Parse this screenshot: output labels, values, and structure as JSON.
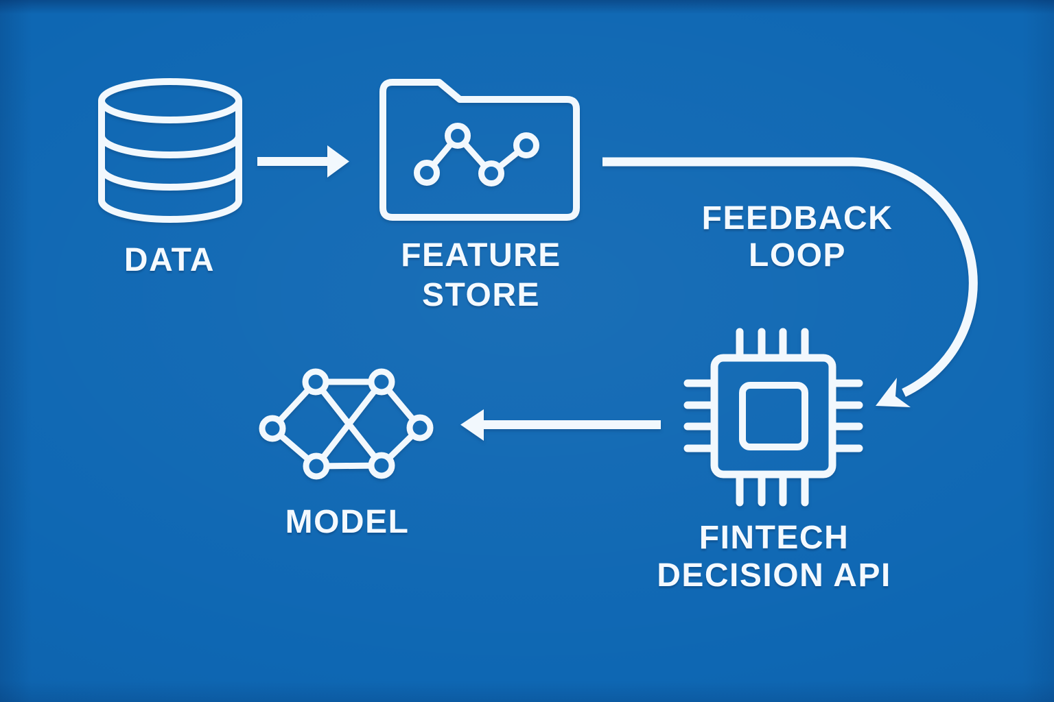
{
  "diagram": {
    "description": "Fintech machine-learning pipeline flow diagram",
    "colors": {
      "background": "#0e67b3",
      "stroke": "#f2f8fd",
      "label": "#f4f9fe"
    },
    "nodes": [
      {
        "id": "data",
        "icon": "database-icon",
        "label_lines": [
          "DATA"
        ]
      },
      {
        "id": "feature-store",
        "icon": "folder-chart-icon",
        "label_lines": [
          "FEATURE",
          "STORE"
        ]
      },
      {
        "id": "fintech-decision-api",
        "icon": "chip-icon",
        "label_lines": [
          "FINTECH",
          "DECISION API"
        ]
      },
      {
        "id": "model",
        "icon": "neural-network-icon",
        "label_lines": [
          "MODEL"
        ]
      }
    ],
    "edges": [
      {
        "from": "data",
        "to": "feature-store",
        "type": "straight-arrow-right",
        "label_lines": []
      },
      {
        "from": "feature-store",
        "to": "fintech-decision-api",
        "type": "curved-arrow-clockwise",
        "label_lines": [
          "FEEDBACK",
          "LOOP"
        ]
      },
      {
        "from": "fintech-decision-api",
        "to": "model",
        "type": "straight-arrow-left",
        "label_lines": []
      }
    ]
  }
}
